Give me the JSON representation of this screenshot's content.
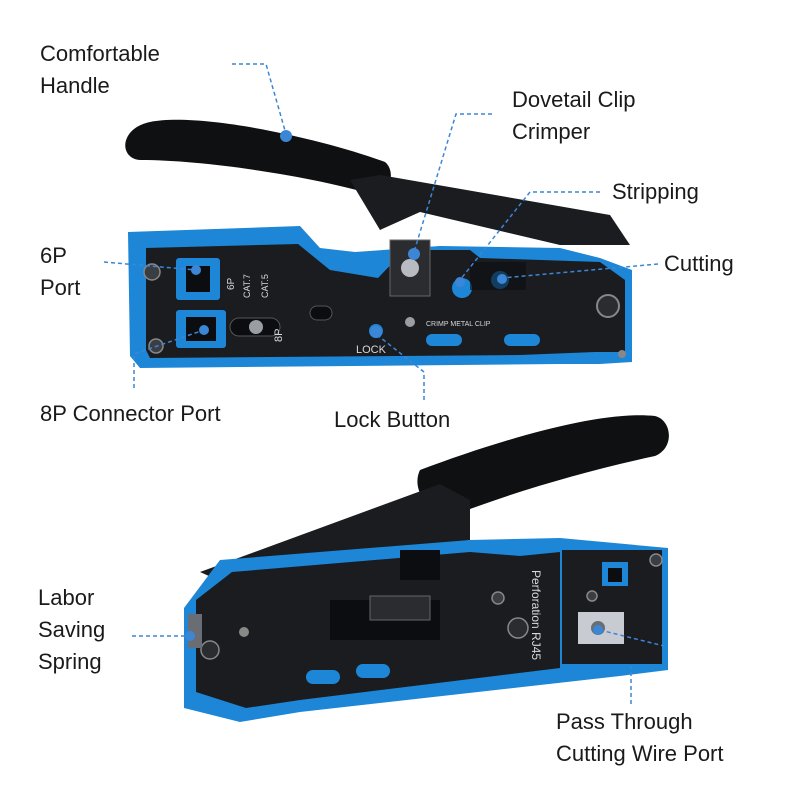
{
  "callouts": {
    "comfortable_handle": [
      "Comfortable",
      "Handle"
    ],
    "dovetail_clip_crimper": [
      "Dovetail Clip",
      "Crimper"
    ],
    "stripping": "Stripping",
    "cutting": "Cutting",
    "port_6p": [
      "6P",
      "Port"
    ],
    "port_8p_connector": "8P Connector Port",
    "lock_button": "Lock Button",
    "labor_saving_spring": [
      "Labor",
      "Saving",
      "Spring"
    ],
    "pass_through": [
      "Pass Through",
      "Cutting Wire Port"
    ]
  },
  "tool_markings": {
    "label_6p": "6P",
    "label_cat7": "CAT.7",
    "label_cat5": "CAT.5",
    "label_8p": "8P",
    "lock_text": "LOCK",
    "crimp_text": "CRIMP METAL CLIP",
    "perforation_text": "Perforation RJ45"
  },
  "colors": {
    "tool_blue": "#1e86d6",
    "tool_black": "#1a1c20",
    "handle_black": "#0f1012",
    "pointer_blue": "#3c86d6"
  }
}
